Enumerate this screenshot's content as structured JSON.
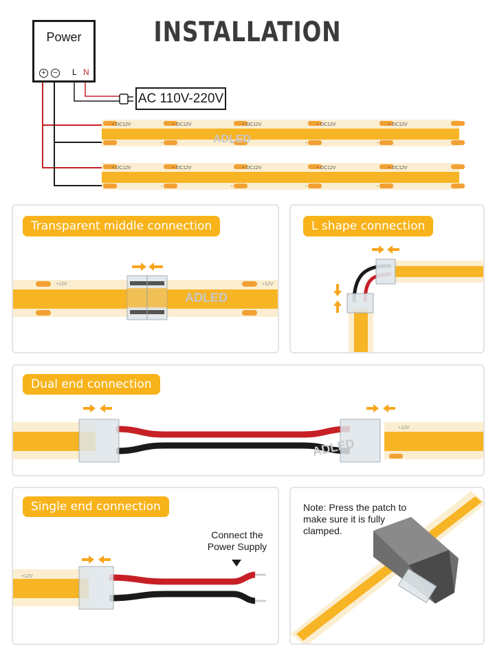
{
  "title": "INSTALLATION",
  "power": {
    "label": "Power",
    "terminal_plus": "+",
    "terminal_minus": "−",
    "line": "L",
    "neutral": "N"
  },
  "ac_input": "AC 110V-220V",
  "strip": {
    "pad_plus": "+",
    "pad_minus": "-",
    "voltage_label": "DC12V",
    "connector_label": "+12V"
  },
  "watermark": "ADLED",
  "panels": {
    "middle": {
      "label": "Transparent middle connection"
    },
    "l_shape": {
      "label": "L shape connection"
    },
    "dual": {
      "label": "Dual end connection"
    },
    "single": {
      "label": "Single end connection",
      "callout": "Connect the\nPower Supply"
    },
    "note": {
      "text": "Note: Press the patch to\nmake sure it is fully\nclamped."
    }
  },
  "colors": {
    "badge": "#f8b31a",
    "strip_yellow": "#f7b425",
    "wire_red": "#c62026",
    "wire_black": "#1a1a1a",
    "arrow": "#f8a51c"
  }
}
